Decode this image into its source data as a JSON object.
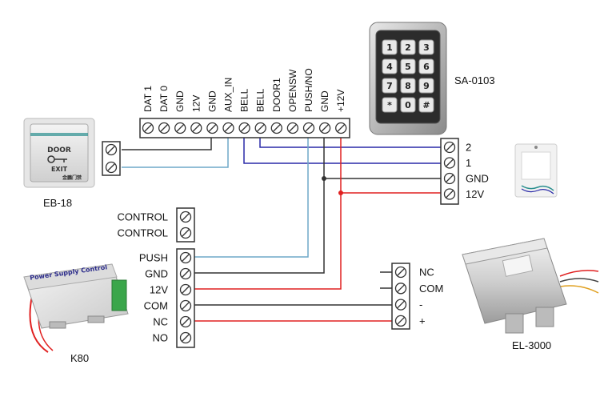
{
  "top_terminal": {
    "labels": [
      "DAT 1",
      "DAT 0",
      "GND",
      "12V",
      "GND",
      "AUX_IN",
      "BELL",
      "BELL",
      "DOOR1",
      "OPENSW",
      "PUSH/NO",
      "GND",
      "+12V"
    ]
  },
  "left_terminal": {
    "labels_top": [
      "CONTROL",
      "CONTROL"
    ],
    "labels_bottom": [
      "PUSH",
      "GND",
      "12V",
      "COM",
      "NC",
      "NO"
    ]
  },
  "right_top_terminal": {
    "labels": [
      "2",
      "1",
      "GND",
      "12V"
    ]
  },
  "right_bottom_terminal": {
    "labels": [
      "NC",
      "COM",
      "-",
      "+"
    ]
  },
  "devices": {
    "exit_button": {
      "name": "EB-18",
      "face_line1": "DOOR",
      "face_line2": "EXIT",
      "brand": "金鵬门禁"
    },
    "keypad": {
      "name": "SA-0103",
      "keys": [
        "1",
        "2",
        "3",
        "4",
        "5",
        "6",
        "7",
        "8",
        "9",
        "*",
        "0",
        "#"
      ]
    },
    "power_supply": {
      "name": "K80",
      "title": "Power Supply Control"
    },
    "lock": {
      "name": "EL-3000"
    }
  },
  "colors": {
    "black_wire": "#333333",
    "blue_wire": "#6fa8c8",
    "dark_blue_wire": "#2a2aa8",
    "red_wire": "#e02020"
  }
}
